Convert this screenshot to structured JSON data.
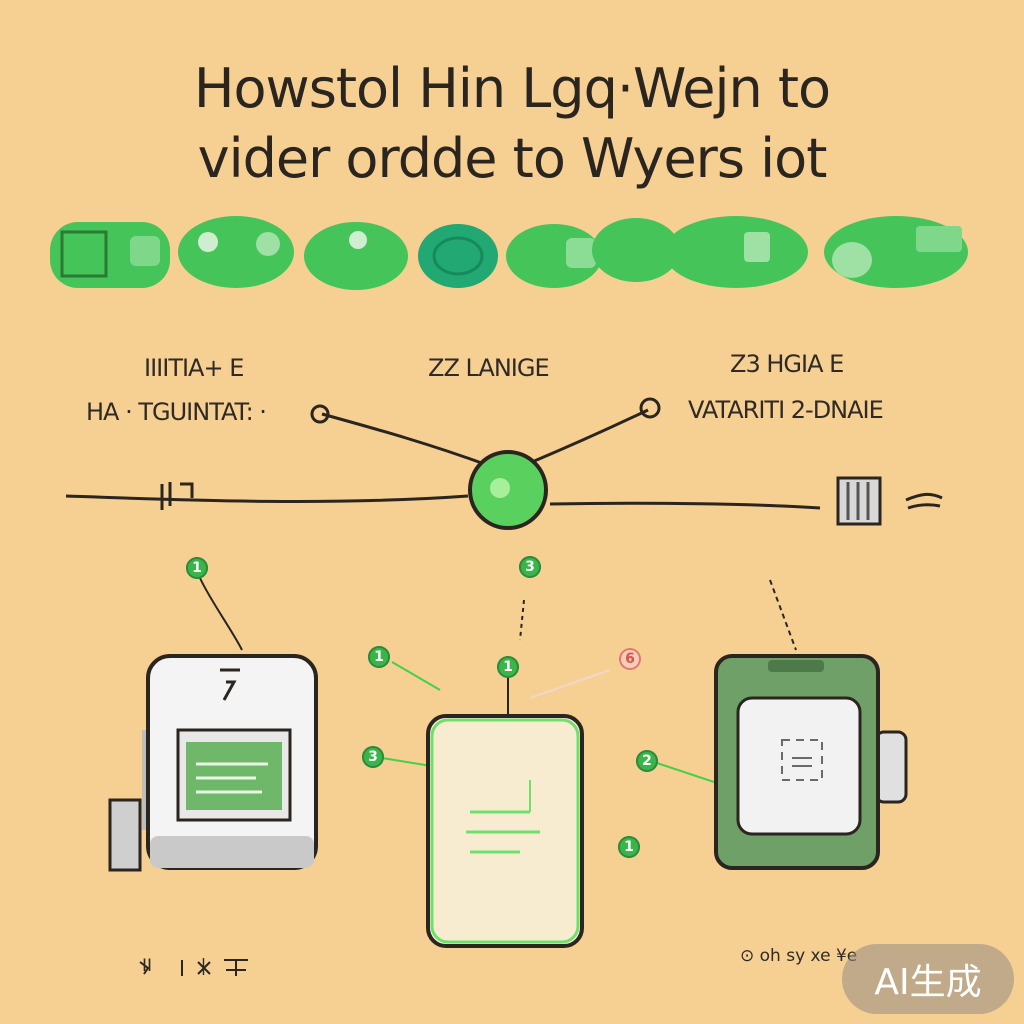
{
  "title": {
    "line1": "Howstol  Hin  Lgq·Wejn to",
    "line2": "vider  ordde to  Wyers  iot"
  },
  "labels": {
    "left_top": "IIIITIA+ E",
    "left_bottom": "HA · TGUINTAT: ·",
    "center_top": "ZZ LANIGE",
    "right_top": "Z3  HGIA  E",
    "right_bottom": "VATARITI 2-DNAIE"
  },
  "steps": {
    "top_left": "1",
    "top_center": "3",
    "mid_left": "1",
    "mid_center": "1",
    "mid_right": "6",
    "side_left": "3",
    "side_right": "2",
    "bottom_right": "1"
  },
  "footer": {
    "left": "II         |       ",
    "right": "⊙ oh  sy  xe  ¥e"
  },
  "watermark": "AI生成",
  "colors": {
    "background": "#f6cf93",
    "accent_green": "#3ab54a",
    "dark_green": "#6a9a5a",
    "ink": "#2b2520"
  }
}
